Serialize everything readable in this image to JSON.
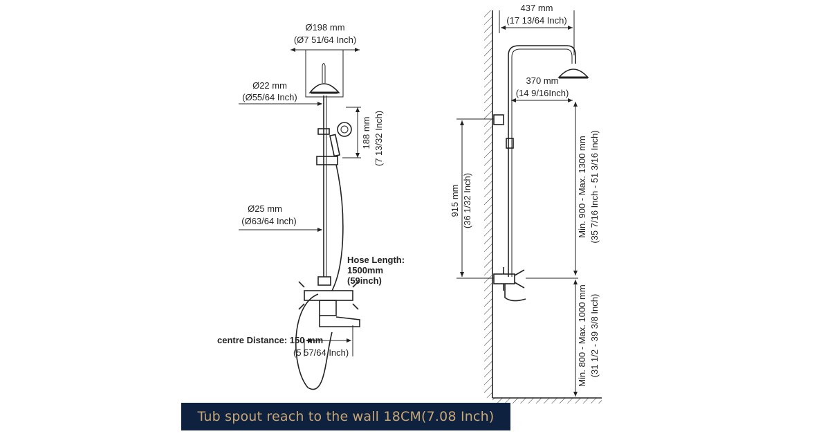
{
  "left_view": {
    "head_diameter": "Ø198 mm",
    "head_diameter_in": "(Ø7 51/64 Inch)",
    "upper_pipe": "Ø22 mm",
    "upper_pipe_in": "(Ø55/64 Inch)",
    "handshower_height": "188 mm",
    "handshower_height_in": "(7 13/32 Inch)",
    "lower_pipe": "Ø25 mm",
    "lower_pipe_in": "(Ø63/64 Inch)",
    "hose_label": "Hose Length:",
    "hose_mm": "1500mm",
    "hose_in": "(59inch)",
    "centre_label": "centre Distance: 150 mm",
    "centre_in": "(5 57/64 Inch)"
  },
  "right_view": {
    "arm_reach": "437 mm",
    "arm_reach_in": "(17 13/64 Inch)",
    "head_offset": "370 mm",
    "head_offset_in": "(14 9/16Inch)",
    "bracket_height": "915 mm",
    "bracket_height_in": "(36 1/32 Inch)",
    "riser_range": "Min. 900 - Max. 1300 mm",
    "riser_range_in": "(35 7/16 Inch - 51 3/16 Inch)",
    "valve_height": "Min. 800 - Max. 1000 mm",
    "valve_height_in": "(31 1/2 - 39 3/8 Inch)"
  },
  "banner": {
    "text": "Tub spout reach to the wall 18CM(7.08 Inch)"
  },
  "colors": {
    "banner_bg": "#0e2240",
    "banner_text": "#c8a676"
  }
}
